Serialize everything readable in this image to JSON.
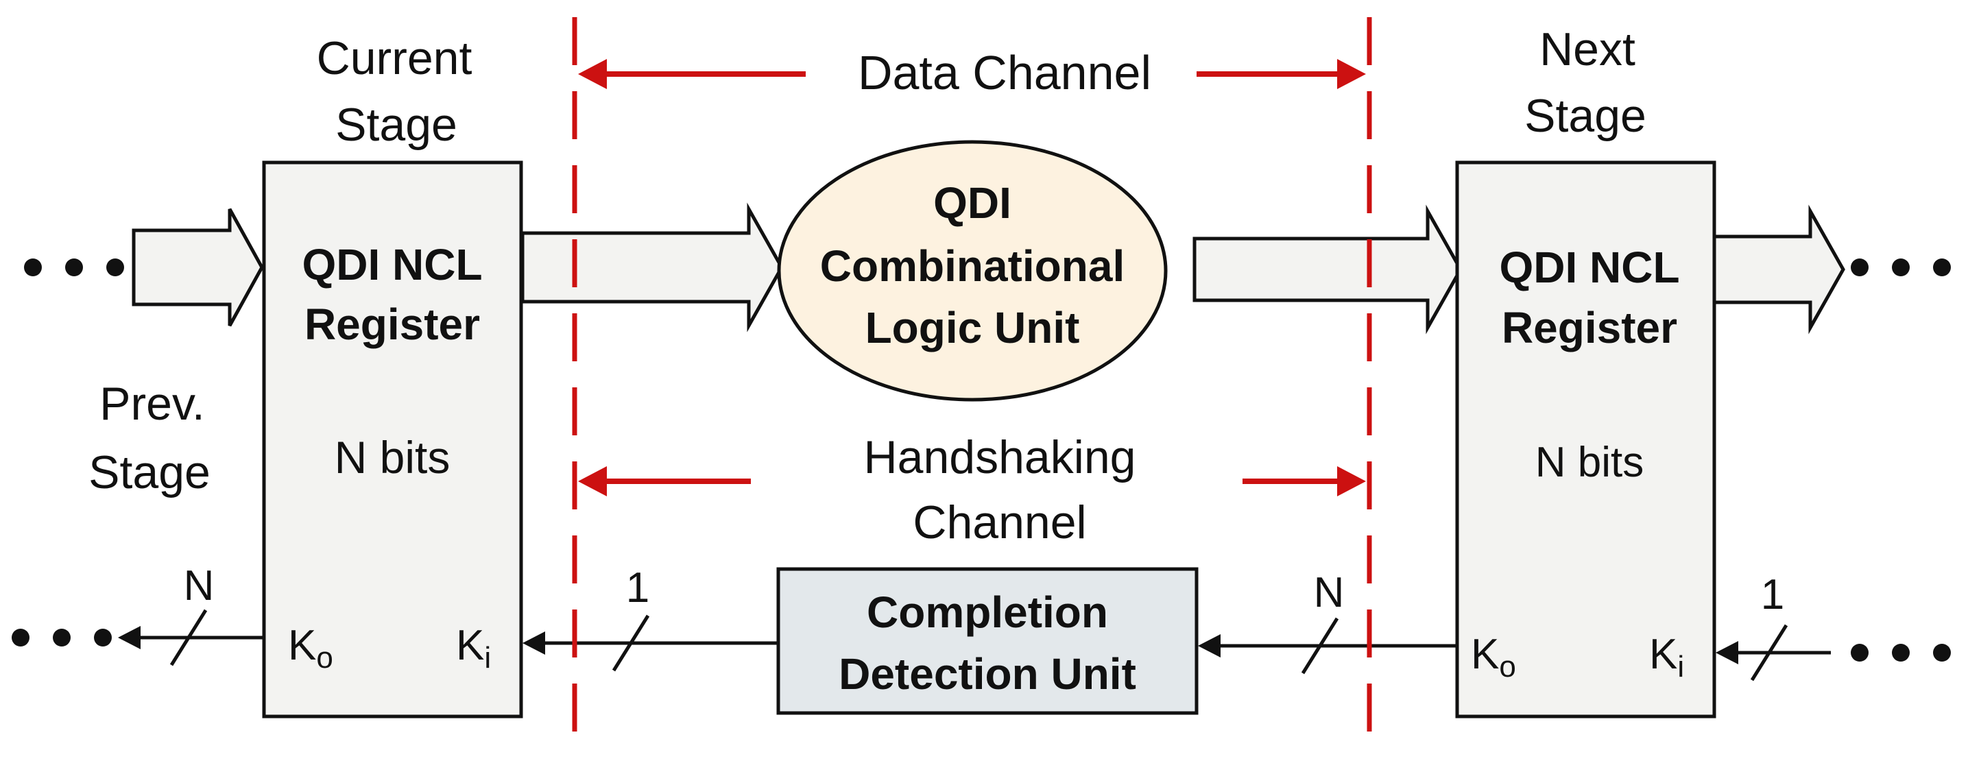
{
  "labels": {
    "current_stage_line1": "Current",
    "current_stage_line2": "Stage",
    "next_stage_line1": "Next",
    "next_stage_line2": "Stage",
    "prev_stage_line1": "Prev.",
    "prev_stage_line2": "Stage",
    "data_channel": "Data Channel",
    "handshaking_line1": "Handshaking",
    "handshaking_line2": "Channel"
  },
  "current_register": {
    "title_line1": "QDI NCL",
    "title_line2": "Register",
    "bits": "N bits",
    "ko_main": "K",
    "ko_sub": "o",
    "ki_main": "K",
    "ki_sub": "i"
  },
  "next_register": {
    "title_line1": "QDI NCL",
    "title_line2": "Register",
    "bits": "N bits",
    "ko_main": "K",
    "ko_sub": "o",
    "ki_main": "K",
    "ki_sub": "i"
  },
  "logic_unit": {
    "line1": "QDI",
    "line2": "Combinational",
    "line3": "Logic Unit"
  },
  "completion_unit": {
    "line1": "Completion",
    "line2": "Detection Unit"
  },
  "bus_widths": {
    "left_out": "N",
    "cd_out": "1",
    "next_ko": "N",
    "right_in": "1"
  },
  "ellipsis": "•••",
  "colors": {
    "channel_red": "#cc1111",
    "logic_fill": "#fdf2e0",
    "completion_fill": "#e3e8eb",
    "register_fill": "#f3f3f1",
    "arrow_fill": "#f3f3f1"
  }
}
